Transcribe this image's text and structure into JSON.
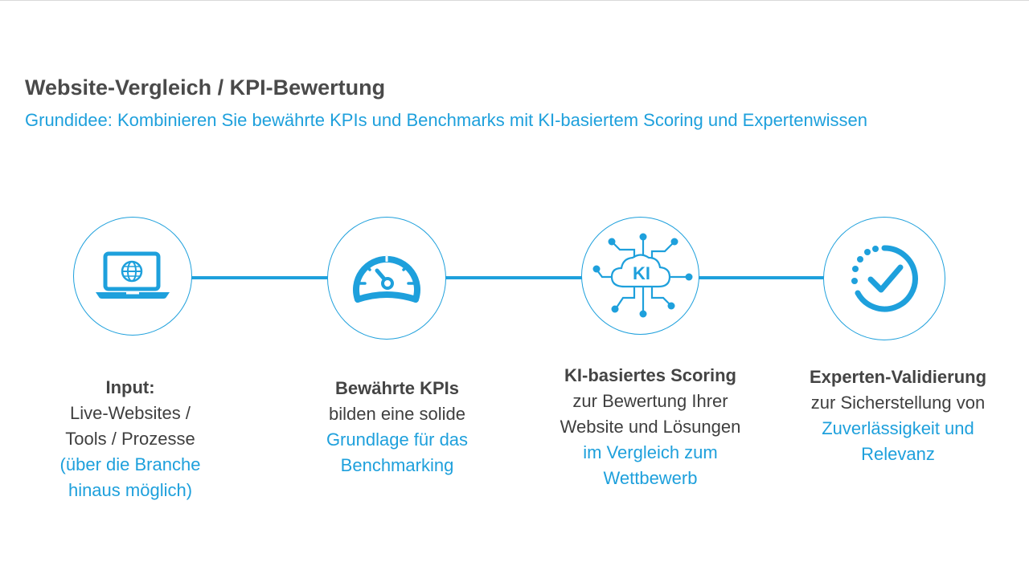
{
  "header": {
    "title": "Website-Vergleich / KPI-Bewertung",
    "subtitle": "Grundidee: Kombinieren Sie bewährte KPIs und Benchmarks mit KI-basiertem Scoring und Expertenwissen"
  },
  "colors": {
    "accent": "#1ea0dc",
    "title_text": "#4a4a4a",
    "body_text": "#3f3f3f"
  },
  "steps": [
    {
      "icon": "laptop-globe-icon",
      "bold": "Input:",
      "normal": "Live-Websites /\nTools / Prozesse",
      "accent": "(über die Branche\nhinaus möglich)"
    },
    {
      "icon": "speedometer-icon",
      "bold": "Bewährte KPIs",
      "normal": "bilden eine solide",
      "accent": "Grundlage für das\nBenchmarking"
    },
    {
      "icon": "ai-cloud-circuit-icon",
      "icon_label": "KI",
      "bold": "KI-basiertes Scoring",
      "normal": "zur Bewertung Ihrer\nWebsite und Lösungen",
      "accent": "im Vergleich zum\nWettbewerb"
    },
    {
      "icon": "dashed-circle-check-icon",
      "bold": "Experten-Validierung",
      "normal": "zur Sicherstellung von",
      "accent": "Zuverlässigkeit und\nRelevanz"
    }
  ]
}
